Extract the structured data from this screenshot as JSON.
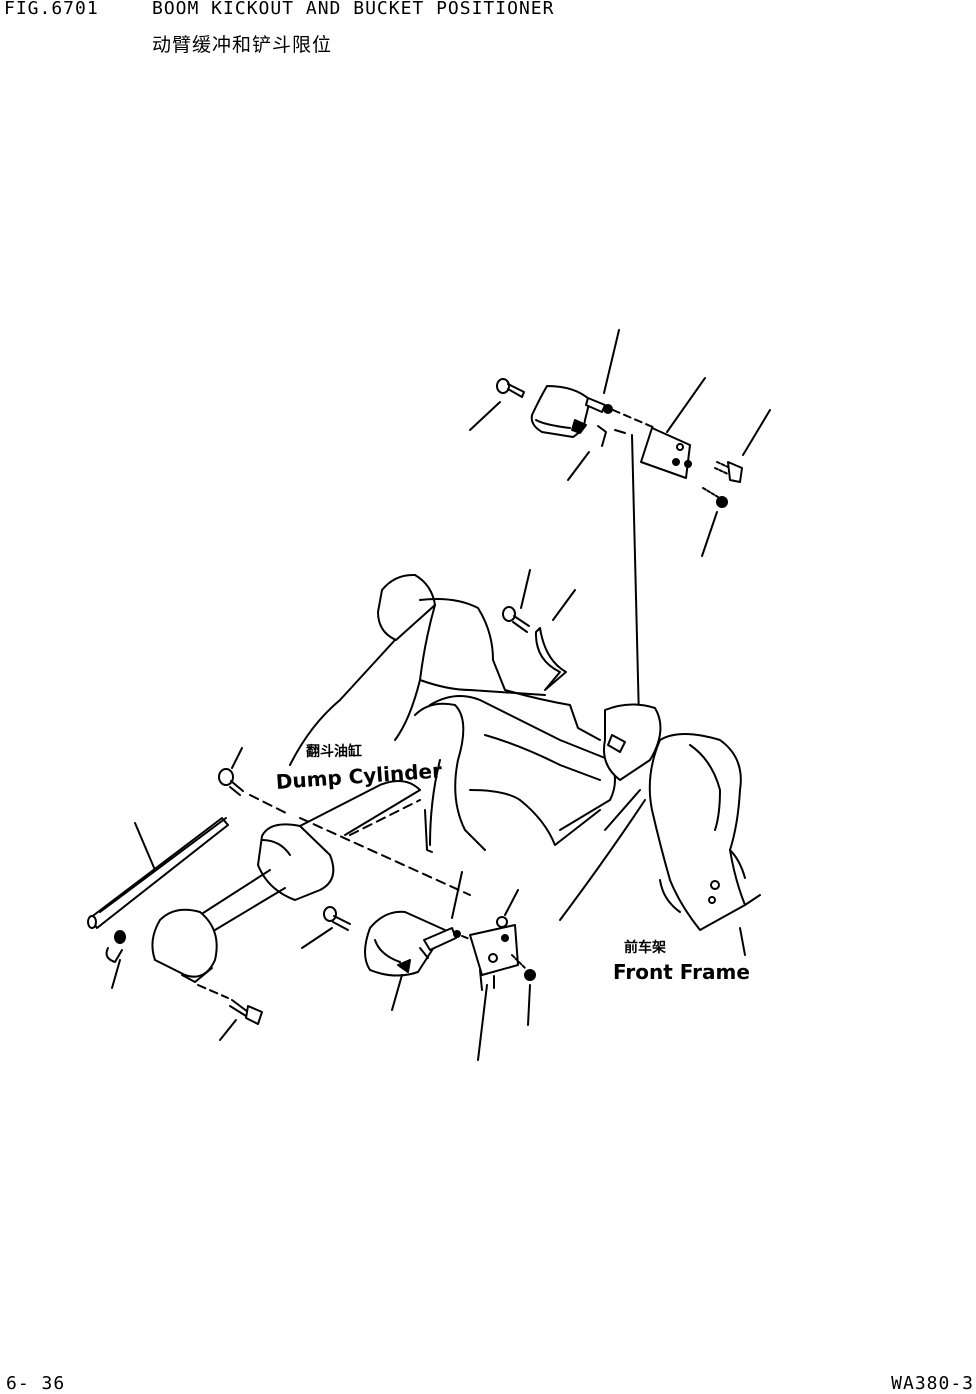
{
  "header": {
    "fig_number": "FIG.6701",
    "title": "BOOM KICKOUT AND BUCKET POSITIONER",
    "subtitle_cn": "动臂缓冲和铲斗限位"
  },
  "labels": {
    "dump_cylinder_cn": "翻斗油缸",
    "dump_cylinder_en": "Dump Cylinder",
    "front_frame_cn": "前车架",
    "front_frame_en": "Front Frame"
  },
  "footer": {
    "page": "6- 36",
    "model": "WA380-3"
  }
}
